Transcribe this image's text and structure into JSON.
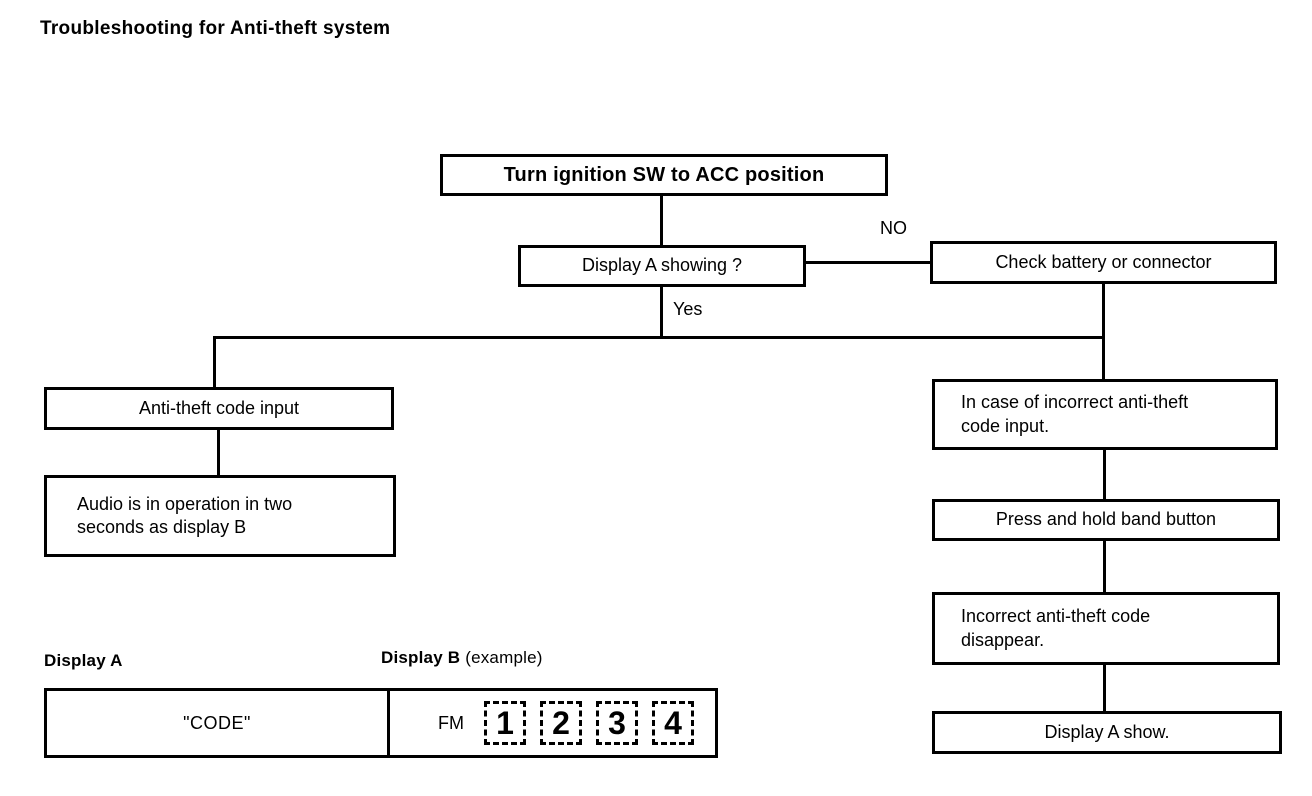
{
  "page": {
    "title": "Troubleshooting for Anti-theft system"
  },
  "flowchart": {
    "nodes": {
      "turn_ignition": "Turn ignition SW to ACC position",
      "display_a_showing": "Display A showing ?",
      "check_battery": "Check battery or connector",
      "anti_theft_input": "Anti-theft code input",
      "audio_operation": {
        "line1": "Audio is in operation in two",
        "line2": "seconds as display B"
      },
      "in_case_incorrect": {
        "line1": "In case of incorrect anti-theft",
        "line2": "code input."
      },
      "press_hold": "Press and hold band button",
      "incorrect_disappear": {
        "line1": "Incorrect anti-theft code",
        "line2": "disappear."
      },
      "display_a_show": "Display A show."
    },
    "labels": {
      "no": "NO",
      "yes": "Yes"
    }
  },
  "displays": {
    "display_a_label": "Display A",
    "display_b_label": "Display B",
    "display_b_note": "(example)",
    "display_a_value": "\"CODE\"",
    "display_b_band": "FM",
    "display_b_digits": [
      "1",
      "2",
      "3",
      "4"
    ]
  },
  "colors": {
    "line": "#000000",
    "background": "#ffffff"
  }
}
